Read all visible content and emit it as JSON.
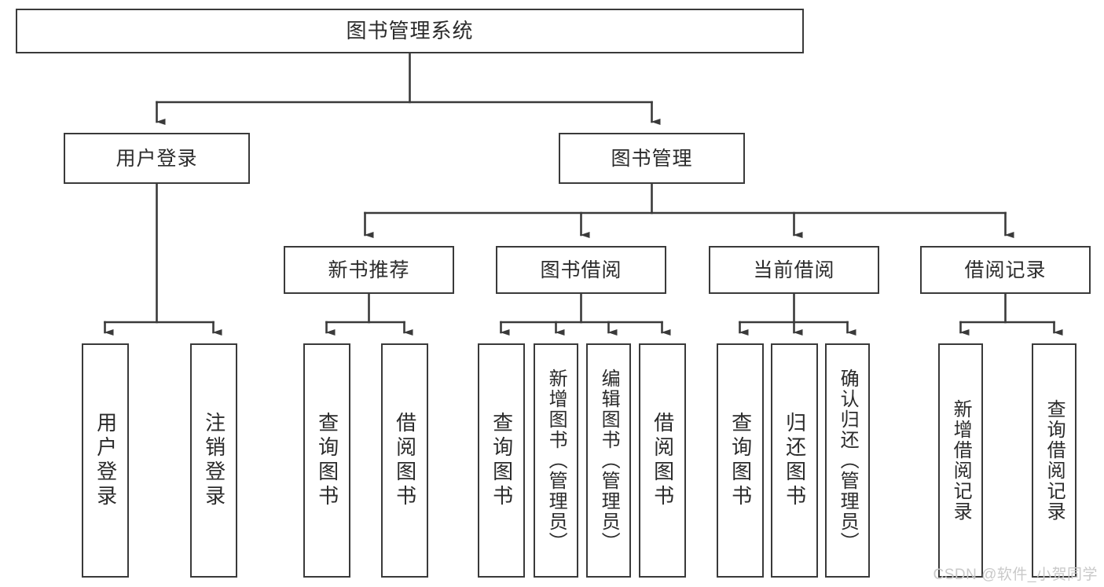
{
  "diagram": {
    "type": "tree",
    "title": "图书管理系统",
    "root": {
      "label": "图书管理系统"
    },
    "level2": [
      {
        "label": "用户登录"
      },
      {
        "label": "图书管理"
      }
    ],
    "level3": [
      {
        "label": "新书推荐"
      },
      {
        "label": "图书借阅"
      },
      {
        "label": "当前借阅"
      },
      {
        "label": "借阅记录"
      }
    ],
    "leaves": [
      {
        "label": "用户登录",
        "parent": "用户登录"
      },
      {
        "label": "注销登录",
        "parent": "用户登录"
      },
      {
        "label": "查询图书",
        "parent": "新书推荐"
      },
      {
        "label": "借阅图书",
        "parent": "新书推荐"
      },
      {
        "label": "查询图书",
        "parent": "图书借阅"
      },
      {
        "label": "新增图书（管理员）",
        "parent": "图书借阅"
      },
      {
        "label": "编辑图书（管理员）",
        "parent": "图书借阅"
      },
      {
        "label": "借阅图书",
        "parent": "图书借阅"
      },
      {
        "label": "查询图书",
        "parent": "当前借阅"
      },
      {
        "label": "归还图书",
        "parent": "当前借阅"
      },
      {
        "label": "确认归还（管理员）",
        "parent": "当前借阅"
      },
      {
        "label": "新增借阅记录",
        "parent": "借阅记录"
      },
      {
        "label": "查询借阅记录",
        "parent": "借阅记录"
      }
    ],
    "colors": {
      "stroke": "#3a3a3a",
      "fill": "#ffffff",
      "text": "#2b2b2b",
      "watermark": "#c9c9c9"
    }
  },
  "watermark": {
    "text": "CSDN @软件_小贺同学"
  }
}
